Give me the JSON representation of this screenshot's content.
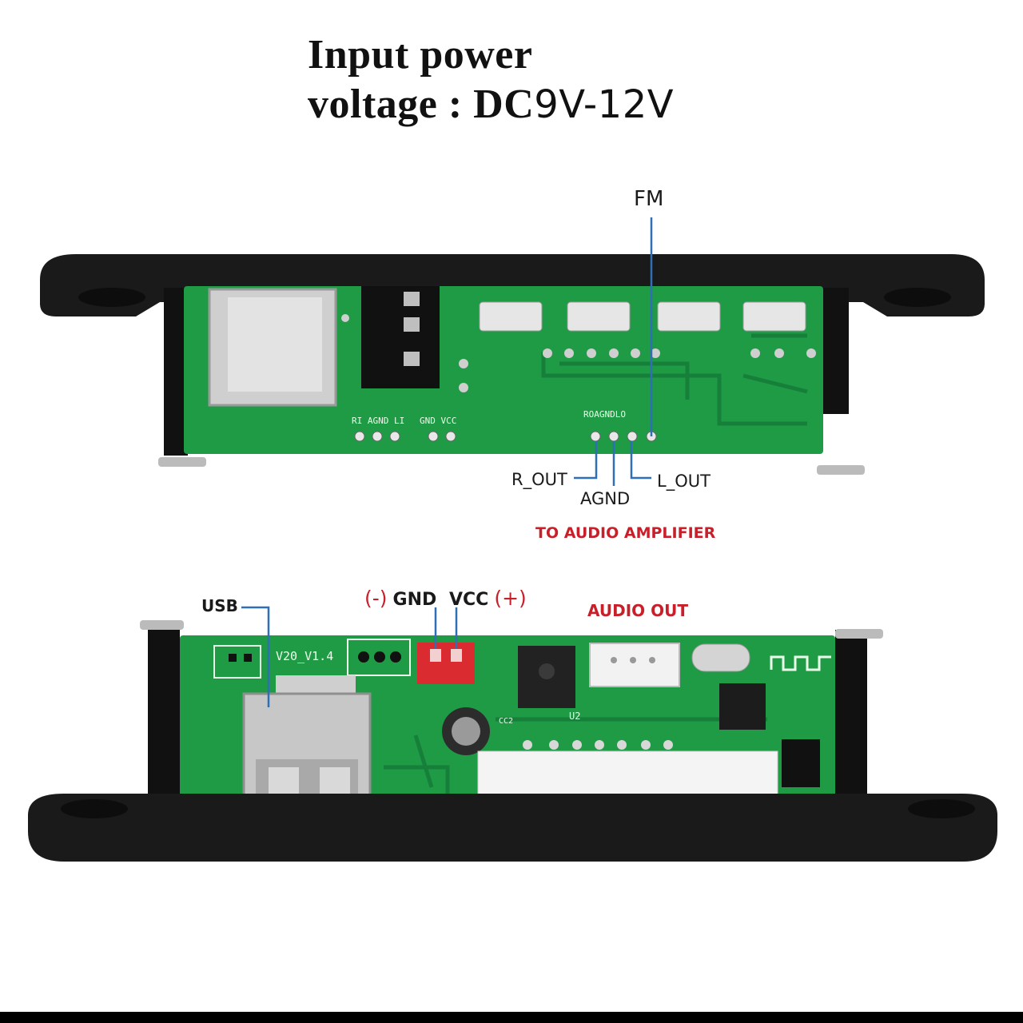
{
  "heading": {
    "line1": "Input power",
    "line2_prefix": "voltage : DC",
    "line2_voltage": "9V-12V"
  },
  "top_board": {
    "labels": {
      "fm": "FM",
      "r_out": "R_OUT",
      "agnd": "AGND",
      "l_out": "L_OUT",
      "amplifier": "TO AUDIO AMPLIFIER"
    },
    "silkscreen": {
      "aux_pins": "RI AGND LI",
      "power_pins": "GND VCC",
      "out_pins": "ROAGNDLO"
    }
  },
  "bottom_board": {
    "labels": {
      "usb": "USB",
      "gnd_sign": "(-)",
      "gnd": "GND",
      "vcc": "VCC",
      "vcc_sign": "(+)",
      "audio_out": "AUDIO OUT"
    },
    "silkscreen": {
      "version": "V20_V1.4",
      "u2": "U2",
      "cc2": "CC2"
    }
  },
  "colors": {
    "pcb": "#1f9a45",
    "pcb_dark": "#16803a",
    "case": "#1a1a1a",
    "accent_red": "#c8202a",
    "callout_line": "#2f6fb5"
  }
}
